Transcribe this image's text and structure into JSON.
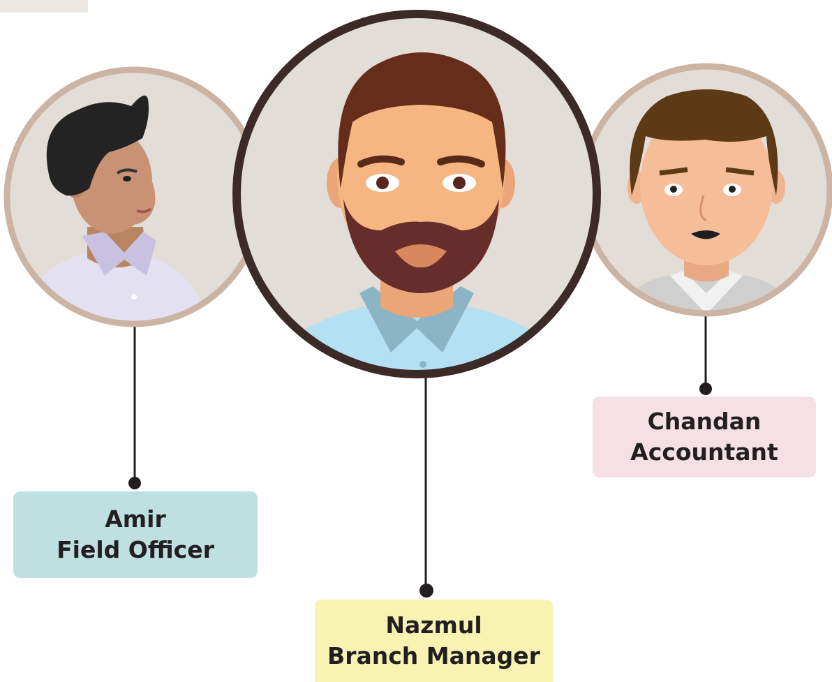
{
  "people": [
    {
      "id": "amir",
      "name": "Amir",
      "role": "Field Officer",
      "label_color": "#bfe0e1"
    },
    {
      "id": "nazmul",
      "name": "Nazmul",
      "role": "Branch Manager",
      "label_color": "#f8f3b3"
    },
    {
      "id": "chandan",
      "name": "Chandan",
      "role": "Accountant",
      "label_color": "#f5e1e5"
    }
  ],
  "colors": {
    "avatar_background": "#e2ddd7",
    "side_ring": "#cbb4a3",
    "center_ring": "#3b2a27",
    "connector": "#231f20"
  }
}
